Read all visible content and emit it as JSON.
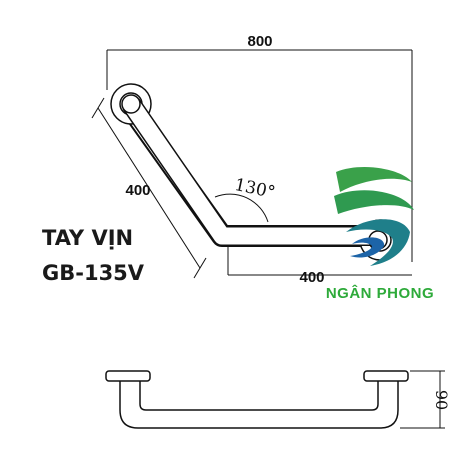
{
  "product": {
    "name_line1": "TAY VỊN",
    "name_line2": "GB-135V"
  },
  "dimensions": {
    "total_width": "800",
    "diagonal_length": "400",
    "horizontal_length": "400",
    "angle": "130°",
    "depth": "90"
  },
  "brand": {
    "name": "NGÂN PHONG",
    "text_color": "#2eaa3a",
    "logo_green": "#3aa14a",
    "logo_teal": "#1f7f8a",
    "logo_blue": "#1d64a8"
  },
  "icons": {
    "logo": "wave-swirl-logo-icon"
  }
}
